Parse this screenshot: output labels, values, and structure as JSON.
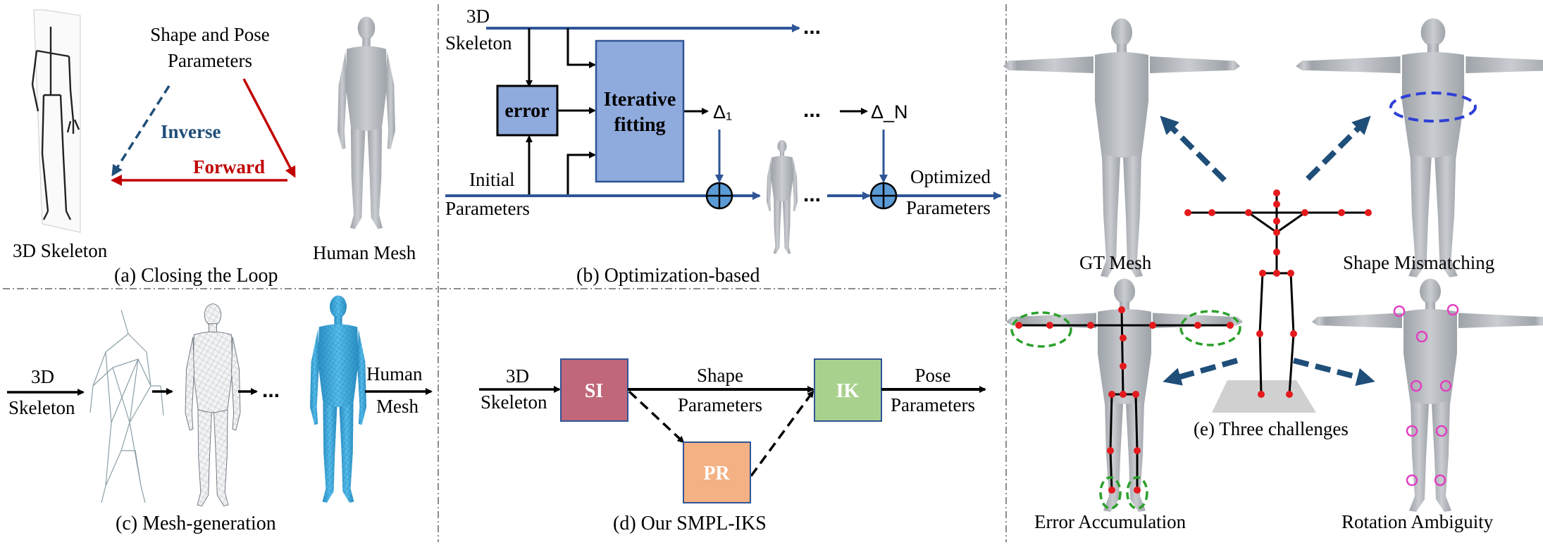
{
  "panel_a": {
    "skeleton_label": "3D Skeleton",
    "params_line1": "Shape and Pose",
    "params_line2": "Parameters",
    "mesh_label": "Human Mesh",
    "inverse_label": "Inverse",
    "forward_label": "Forward",
    "caption": "(a) Closing the Loop"
  },
  "panel_b": {
    "skel_line1": "3D",
    "skel_line2": "Skeleton",
    "error_box": "error",
    "fit_line1": "Iterative",
    "fit_line2": "fitting",
    "delta1": "Δ₁",
    "deltaN": "Δ_N",
    "ellipsis": "...",
    "init_line1": "Initial",
    "init_line2": "Parameters",
    "opt_line1": "Optimized",
    "opt_line2": "Parameters",
    "caption": "(b) Optimization-based"
  },
  "panel_c": {
    "skel_line1": "3D",
    "skel_line2": "Skeleton",
    "mesh_line1": "Human",
    "mesh_line2": "Mesh",
    "ellipsis": "...",
    "caption": "(c) Mesh-generation"
  },
  "panel_d": {
    "skel_line1": "3D",
    "skel_line2": "Skeleton",
    "si_box": "SI",
    "ik_box": "IK",
    "pr_box": "PR",
    "shape_line1": "Shape",
    "shape_line2": "Parameters",
    "pose_line1": "Pose",
    "pose_line2": "Parameters",
    "caption": "(d) Our SMPL-IKS"
  },
  "panel_e": {
    "gt_mesh": "GT Mesh",
    "shape_mismatch": "Shape Mismatching",
    "error_accum": "Error Accumulation",
    "rotation_amb": "Rotation Ambiguity",
    "caption": "(e) Three challenges"
  },
  "colors": {
    "blue_arrow": "#2f5597",
    "dark_blue_dash": "#1f4e79",
    "red_arrow": "#c00000",
    "fit_box_fill": "#8faadc",
    "error_box_fill": "#8faadc",
    "si_fill": "#c0687a",
    "ik_fill": "#a9d18e",
    "pr_fill": "#f4b183",
    "mesh_gray": "#b4b8bd",
    "mesh_blue": "#3fa9dc",
    "joint_red": "#e41a1c",
    "green_dash": "#2ca02c",
    "blue_ellipse": "#2e3fd6",
    "magenta_circle": "#e040c0"
  },
  "icons": [
    "skeleton-figure",
    "human-mesh-figure",
    "wireframe-mesh",
    "dense-mesh",
    "t-pose-mesh",
    "joint-skeleton",
    "circle-plus-icon"
  ]
}
